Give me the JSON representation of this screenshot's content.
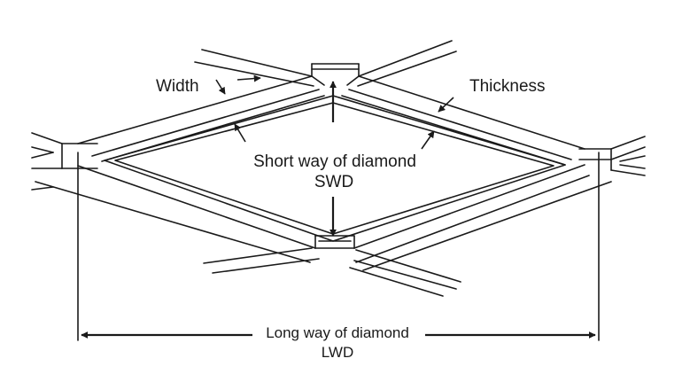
{
  "labels": {
    "width": "Width",
    "thickness": "Thickness",
    "swd_line1": "Short way of diamond",
    "swd_line2": "SWD",
    "lwd_line1": "Long way of diamond",
    "lwd_line2": "LWD"
  },
  "colors": {
    "stroke": "#1a1a1a",
    "background": "#ffffff"
  }
}
